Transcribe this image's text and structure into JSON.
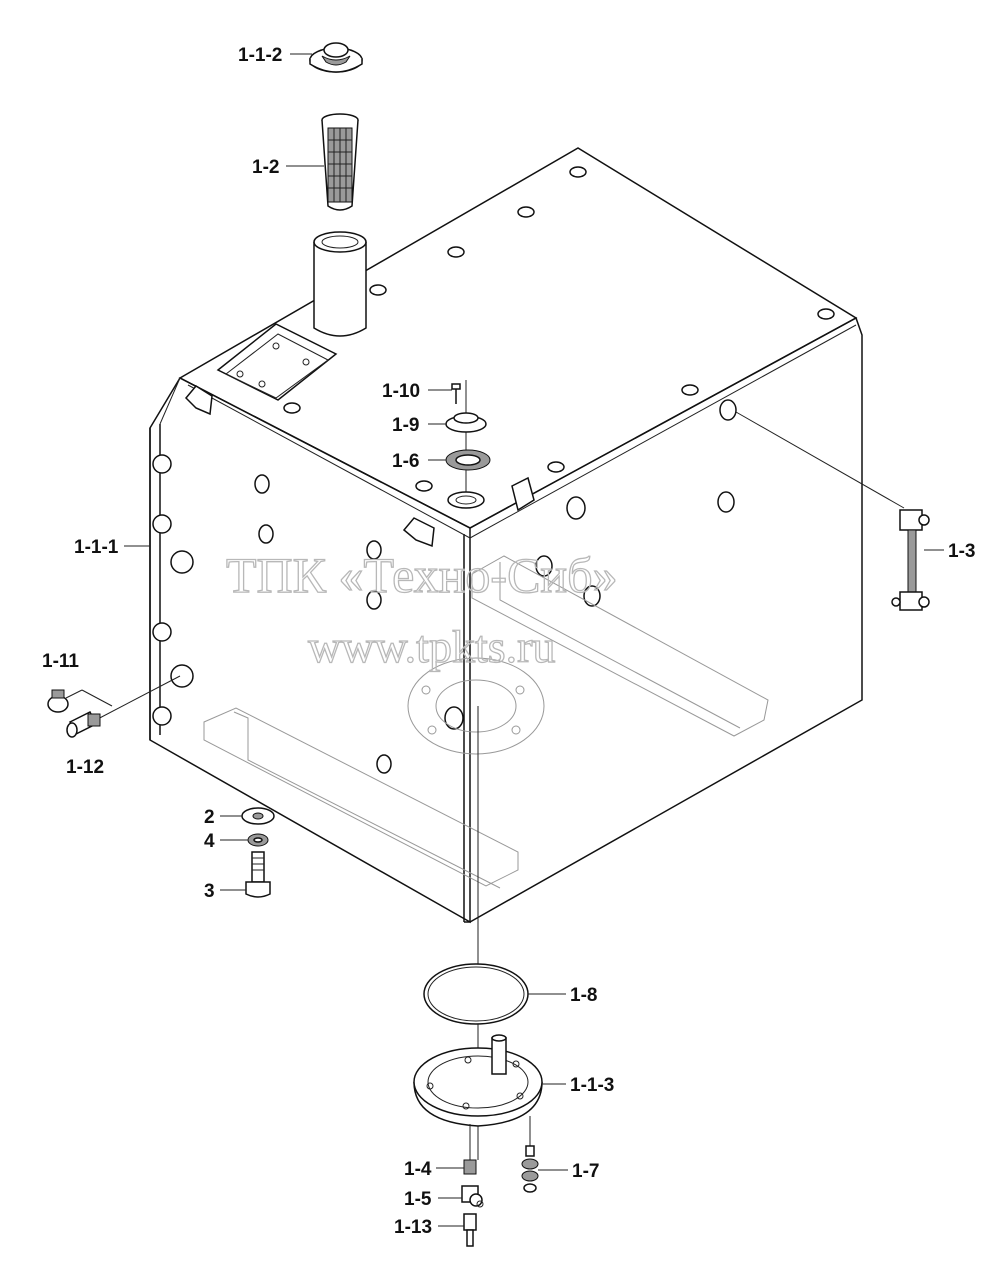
{
  "watermark": {
    "line1": "ТПК «Техно-Сиб»",
    "line2": "www.tpkts.ru"
  },
  "labels": {
    "l_1_1_2": "1-1-2",
    "l_1_2": "1-2",
    "l_1_10": "1-10",
    "l_1_9": "1-9",
    "l_1_6": "1-6",
    "l_1_1_1": "1-1-1",
    "l_1_3": "1-3",
    "l_1_11": "1-11",
    "l_1_12": "1-12",
    "l_2": "2",
    "l_4": "4",
    "l_3": "3",
    "l_1_8": "1-8",
    "l_1_1_3": "1-1-3",
    "l_1_4": "1-4",
    "l_1_7": "1-7",
    "l_1_5": "1-5",
    "l_1_13": "1-13"
  }
}
